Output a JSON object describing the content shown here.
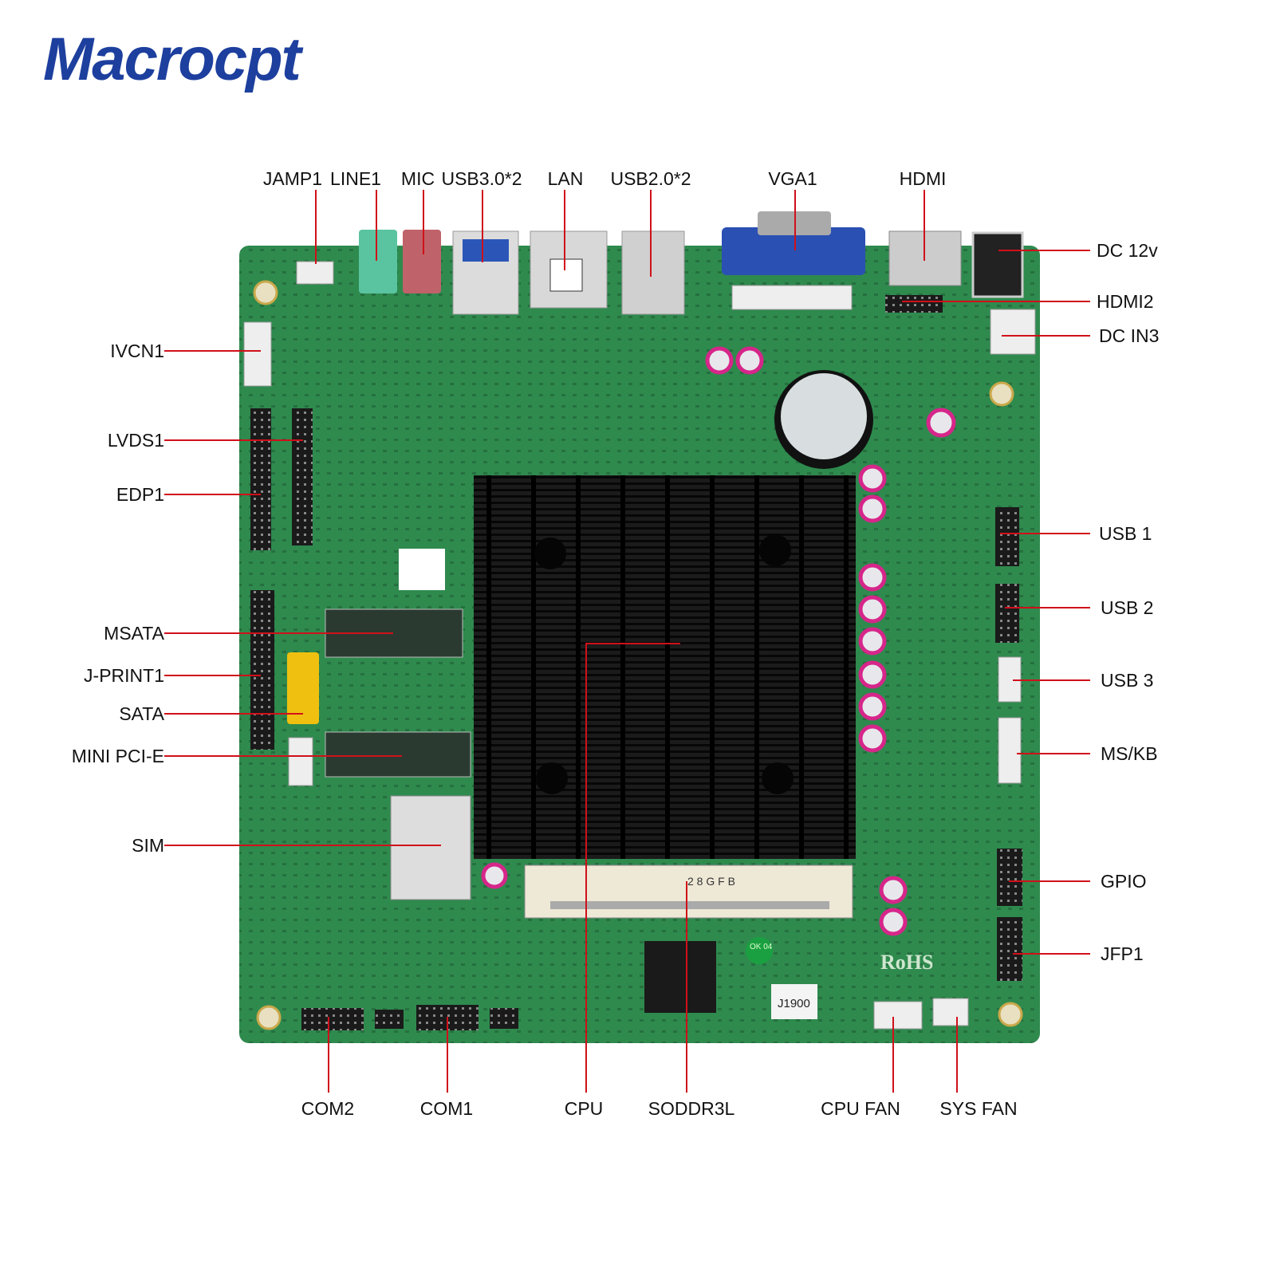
{
  "brand": {
    "logo_text": "Macrocpt",
    "color": "#1d3f9e"
  },
  "colors": {
    "board": "#2f8a4e",
    "leader": "#d0101a",
    "heatsink": "#151515"
  },
  "board_markings": {
    "cpu_model": "J1900",
    "memory_slot_text": "2 8 G F B",
    "rohs": "RoHS",
    "ok": "OK 04"
  },
  "labels": {
    "top": [
      "JAMP1",
      "LINE1",
      "MIC",
      "USB3.0*2",
      "LAN",
      "USB2.0*2",
      "VGA1",
      "HDMI"
    ],
    "right": [
      "DC 12v",
      "HDMI2",
      "DC IN3",
      "USB 1",
      "USB 2",
      "USB 3",
      "MS/KB",
      "GPIO",
      "JFP1"
    ],
    "left": [
      "IVCN1",
      "LVDS1",
      "EDP1",
      "MSATA",
      "J-PRINT1",
      "SATA",
      "MINI PCI-E",
      "SIM"
    ],
    "bottom": [
      "COM2",
      "COM1",
      "CPU",
      "SODDR3L",
      "CPU FAN",
      "SYS FAN"
    ]
  }
}
